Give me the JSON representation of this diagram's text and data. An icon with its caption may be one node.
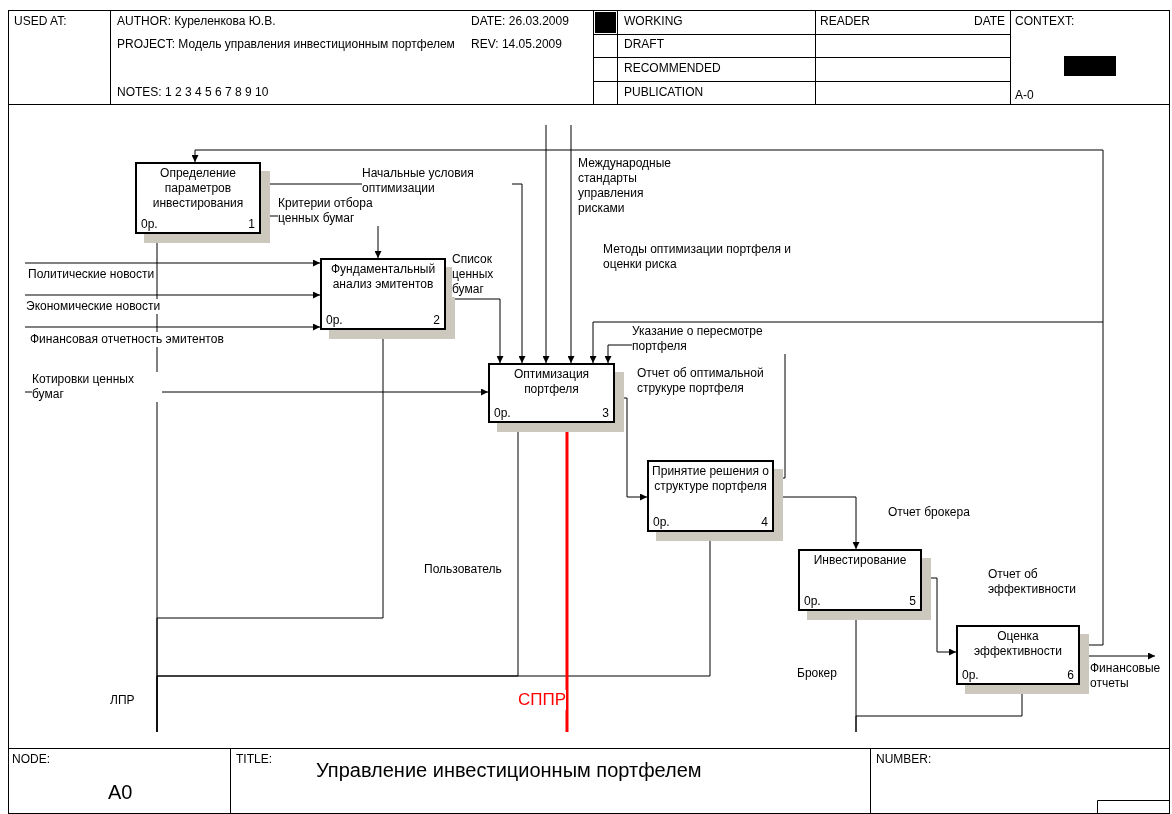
{
  "diagram": {
    "title": "Управление инвестиционным портфелем",
    "nodes": [
      {
        "text": [
          "Определение параметров инвестирования",
          "0р.",
          "1"
        ]
      },
      {
        "text": [
          "Фундаментальный анализ эмитентов",
          "0р.",
          "2"
        ]
      },
      {
        "text": [
          "Оптимизация портфеля",
          "0р.",
          "3"
        ]
      },
      {
        "text": [
          "Принятие решения о структуре портфеля",
          "0р.",
          "4"
        ]
      },
      {
        "text": [
          "Инвестирование",
          "0р.",
          "5"
        ]
      },
      {
        "text": [
          "Оценка эффективности",
          "0р.",
          "6"
        ]
      }
    ],
    "edges": [
      {
        "from": null,
        "to": 1,
        "arrow": "to",
        "label": "Политические новости"
      },
      {
        "from": null,
        "to": 1,
        "arrow": "to",
        "label": "Экономические новости"
      },
      {
        "from": null,
        "to": 1,
        "arrow": "to",
        "label": "Финансовая отчетность эмитентов"
      },
      {
        "from": null,
        "to": 2,
        "arrow": "to",
        "label": "Котировки ценных бумаг"
      },
      {
        "from": 0,
        "to": 2,
        "arrow": "to",
        "label": "Начальные условия оптимизации"
      },
      {
        "from": 0,
        "to": 1,
        "arrow": "to",
        "label": "Критерии отбора ценных бумаг"
      },
      {
        "from": 1,
        "to": 2,
        "arrow": "to",
        "label": "Список ценных бумаг"
      },
      {
        "from": null,
        "to": 2,
        "arrow": "to",
        "label": "Международные стандарты управления рисками"
      },
      {
        "from": null,
        "to": 2,
        "arrow": "to",
        "label": "Методы оптимизации портфеля и оценки риска"
      },
      {
        "from": 2,
        "to": 3,
        "arrow": "to",
        "label": "Отчет об оптимальной струкуре портфеля"
      },
      {
        "from": 3,
        "to": 2,
        "arrow": "to",
        "label": "Указание о пересмотре портфеля"
      },
      {
        "from": 3,
        "to": 4,
        "arrow": "to"
      },
      {
        "from": 4,
        "to": 5,
        "arrow": "to",
        "label": "Отчет брокера"
      },
      {
        "from": 5,
        "to": 0,
        "arrow": "to",
        "label": "Отчет об эффективности"
      },
      {
        "from": 5,
        "to": 2,
        "arrow": "to"
      },
      {
        "from": 5,
        "to": null,
        "arrow": "to",
        "label": "Финансовые отчеты"
      },
      {
        "from": null,
        "to": 0,
        "arrow": "to",
        "label": "ЛПР"
      },
      {
        "from": null,
        "to": 1,
        "arrow": "to"
      },
      {
        "from": null,
        "to": 2,
        "arrow": "to",
        "label": "Пользователь"
      },
      {
        "from": null,
        "to": 3,
        "arrow": "to"
      },
      {
        "from": null,
        "to": 2,
        "arrow": "to",
        "label": "СППР",
        "style": "thick",
        "color": "#ff0000"
      },
      {
        "from": null,
        "to": 4,
        "arrow": "to",
        "label": "Брокер"
      },
      {
        "from": null,
        "to": 5,
        "arrow": "to"
      }
    ],
    "labels": [
      "USED AT:",
      "AUTHOR: Куреленкова Ю.В.",
      "DATE: 26.03.2009",
      "WORKING",
      "READER",
      "DATE",
      "CONTEXT:",
      "PROJECT: Модель управления инвестиционным портфелем",
      "REV: 14.05.2009",
      "DRAFT",
      "RECOMMENDED",
      "NOTES: 1 2 3 4 5 6 7 8 9 10",
      "PUBLICATION",
      "A-0",
      "NODE:",
      "TITLE:",
      "NUMBER:",
      "A0"
    ]
  }
}
